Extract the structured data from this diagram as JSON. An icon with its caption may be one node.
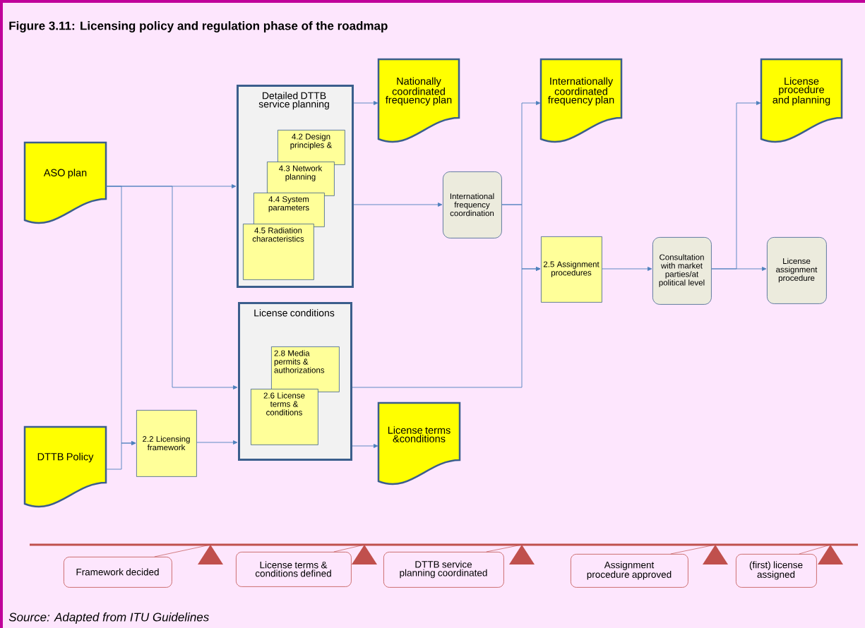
{
  "diagram": {
    "title": "Figure 3.11: Licensing policy and regulation phase of the roadmap",
    "caption": "Source: Adapted from ITU Guidelines",
    "nodes": [
      {
        "text": [
          "ASO plan"
        ]
      },
      {
        "text": [
          "DTTB Policy"
        ]
      },
      {
        "text": [
          "Detailed  DTTB service planning"
        ]
      },
      {
        "text": [
          "4.2 Design principles &"
        ],
        "in": 2
      },
      {
        "text": [
          "4.3 Network planning"
        ],
        "in": 2
      },
      {
        "text": [
          "4.4 System parameters"
        ],
        "in": 2
      },
      {
        "text": [
          "4.5 Radiation characteristics"
        ],
        "in": 2
      },
      {
        "text": [
          "License conditions"
        ]
      },
      {
        "text": [
          "2.8 Media permits & authorizations"
        ],
        "in": 7
      },
      {
        "text": [
          "2.6  License terms & conditions"
        ],
        "in": 7
      },
      {
        "text": [
          "2.2 Licensing framework"
        ]
      },
      {
        "text": [
          "Nationally coordinated frequency plan"
        ]
      },
      {
        "text": [
          "License terms &conditions"
        ]
      },
      {
        "text": [
          "International frequency coordination"
        ]
      },
      {
        "text": [
          "Internationally coordinated frequency plan"
        ]
      },
      {
        "text": [
          "2.5 Assignment procedures"
        ]
      },
      {
        "text": [
          "Consultation with market parties/at political level"
        ]
      },
      {
        "text": [
          "License procedure and planning"
        ]
      },
      {
        "text": [
          "License assignment procedure"
        ]
      },
      {
        "text": [
          "Framework decided"
        ]
      },
      {
        "text": [
          "License terms & conditions defined"
        ]
      },
      {
        "text": [
          "DTTB service planning coordinated"
        ]
      },
      {
        "text": [
          "Assignment procedure approved"
        ]
      },
      {
        "text": [
          "(first) license assigned"
        ]
      },
      {
        "text": [],
        "shape": "triangle"
      },
      {
        "text": [],
        "shape": "triangle"
      },
      {
        "text": [],
        "shape": "triangle"
      },
      {
        "text": [],
        "shape": "triangle"
      },
      {
        "text": [],
        "shape": "triangle"
      }
    ],
    "edges": [
      {
        "from": 0,
        "to": 2,
        "arrow": "to"
      },
      {
        "from": 0,
        "to": 10,
        "arrow": "to"
      },
      {
        "from": 0,
        "to": 7,
        "arrow": "to"
      },
      {
        "from": 1,
        "to": 10,
        "arrow": "to"
      },
      {
        "from": 10,
        "to": 7,
        "arrow": "to"
      },
      {
        "from": 2,
        "to": 11,
        "arrow": "to"
      },
      {
        "from": 2,
        "to": 13,
        "arrow": "to"
      },
      {
        "from": 7,
        "to": 12,
        "arrow": "to"
      },
      {
        "from": 13,
        "to": 14,
        "arrow": "to"
      },
      {
        "from": 13,
        "to": 15,
        "arrow": "to"
      },
      {
        "from": 7,
        "to": 15,
        "arrow": "to"
      },
      {
        "from": 15,
        "to": 16,
        "arrow": "to"
      },
      {
        "from": 16,
        "to": 17,
        "arrow": "to"
      },
      {
        "from": 16,
        "to": 18,
        "arrow": "to"
      },
      {
        "from": 19,
        "to": 24,
        "arrow": "none",
        "color": "#c0504d"
      },
      {
        "from": 20,
        "to": 25,
        "arrow": "none",
        "color": "#c0504d"
      },
      {
        "from": 21,
        "to": 26,
        "arrow": "none",
        "color": "#c0504d"
      },
      {
        "from": 22,
        "to": 27,
        "arrow": "none",
        "color": "#c0504d"
      },
      {
        "from": 23,
        "to": 28,
        "arrow": "none",
        "color": "#c0504d"
      }
    ]
  }
}
